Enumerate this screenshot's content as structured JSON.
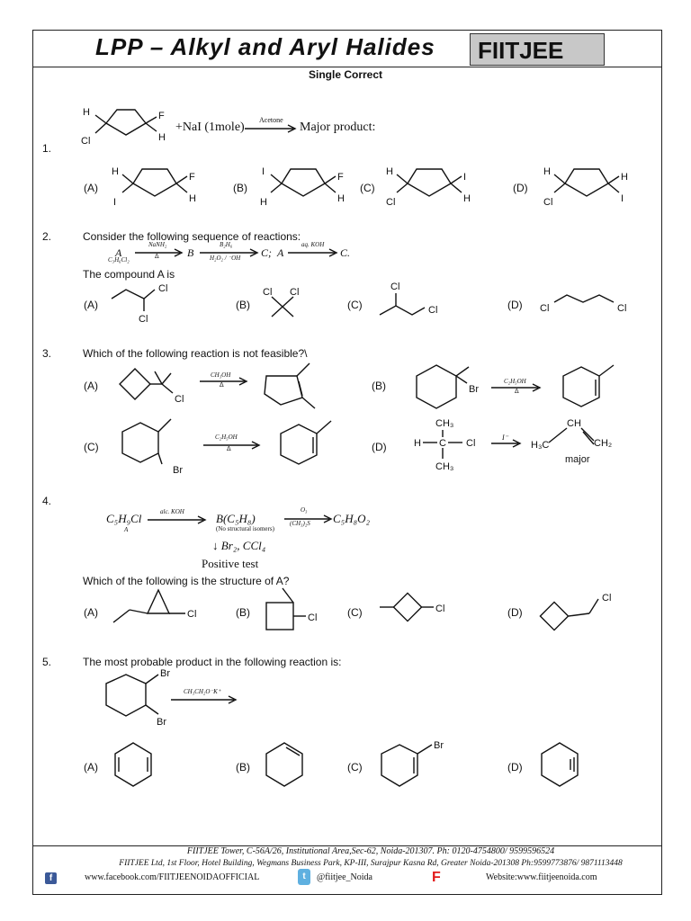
{
  "header": {
    "title": "LPP – Alkyl and Aryl Halides",
    "brand": "FIITJEE"
  },
  "subtitle": "Single Correct",
  "q1": {
    "num": "1.",
    "reagent": "+NaI (1mole)",
    "cond": "Acetone",
    "tail": "Major product:",
    "atoms": {
      "H": "H",
      "F": "F",
      "Cl": "Cl",
      "I": "I"
    },
    "opts": [
      "(A)",
      "(B)",
      "(C)",
      "(D)"
    ]
  },
  "q2": {
    "num": "2.",
    "stem": "Consider the following sequence of reactions:",
    "A": "A",
    "formula": "C₃H₆Cl₂",
    "r1": "NaNH₂",
    "r1b": "Δ",
    "B": "B",
    "r2": "B₂H₆",
    "r2b": "H₂O₂ / ⁻OH",
    "C1": "C;",
    "A2": "A",
    "r3": "aq. KOH",
    "C2": "C.",
    "q": "The compound A is",
    "opts": [
      "(A)",
      "(B)",
      "(C)",
      "(D)"
    ],
    "cl": "Cl"
  },
  "q3": {
    "num": "3.",
    "stem": "Which of the following reaction is not feasible?\\",
    "opts": [
      "(A)",
      "(B)",
      "(C)",
      "(D)"
    ],
    "rA": "CH₃OH",
    "rB": "C₂H₅OH",
    "rC": "C₂H₅OH",
    "rD": "I⁻",
    "delta": "Δ",
    "cl": "Cl",
    "br": "Br",
    "ch3": "CH₃",
    "h": "H",
    "c": "C",
    "ch": "CH",
    "ch2": "CH₂",
    "h3c": "H₃C",
    "major": "major"
  },
  "q4": {
    "num": "4.",
    "sm": "C₅H₉Cl",
    "smA": "A",
    "r1": "alc. KOH",
    "B": "B(C₅H₈)",
    "note": "(No structural isomers)",
    "r2": "O₃",
    "r2b": "(CH₃)₂S",
    "prod": "C₅H₈O₂",
    "test": "↓ Br₂, CCl₄",
    "pos": "Positive test",
    "q": "Which of the following is the structure of A?",
    "opts": [
      "(A)",
      "(B)",
      "(C)",
      "(D)"
    ],
    "cl": "Cl"
  },
  "q5": {
    "num": "5.",
    "stem": "The most probable product in the following reaction is:",
    "r": "CH₃CH₂O⁻K⁺",
    "br": "Br",
    "opts": [
      "(A)",
      "(B)",
      "(C)",
      "(D)"
    ]
  },
  "footer": {
    "line1": "FIITJEE Tower, C-56A/26, Institutional Area,Sec-62, Noida-201307. Ph: 0120-4754800/ 9599596524",
    "line2": "FIITJEE Ltd, 1st Floor, Hotel Building, Wegmans Business Park, KP-III, Surajpur Kasna Rd, Greater Noida-201308 Ph:9599773876/ 9871113448",
    "fb": "www.facebook.com/FIITJEENOIDAOFFICIAL",
    "tw": "@fiitjee_Noida",
    "f": "F",
    "web": "Website:www.fiitjeenoida.com"
  }
}
